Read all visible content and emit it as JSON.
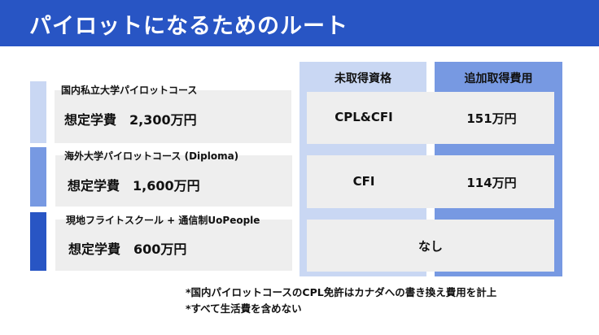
{
  "title": "パイロットになるためのルート",
  "routes": [
    {
      "label": "国内私立大学パイロットコース",
      "fee": "想定学費　2,300万円"
    },
    {
      "label": "海外大学パイロットコース (Diploma)",
      "fee": "想定学費　1,600万円"
    },
    {
      "label": "現地フライトスクール + 通信制UoPeople",
      "fee": "想定学費　600万円"
    }
  ],
  "table": {
    "headers": [
      "未取得資格",
      "追加取得費用"
    ],
    "rows": [
      {
        "qualification": "CPL&CFI",
        "cost": "151万円"
      },
      {
        "qualification": "CFI",
        "cost": "114万円"
      },
      {
        "merged": "なし"
      }
    ]
  },
  "notes": [
    "*国内パイロットコースのCPL免許はカナダへの書き換え費用を計上",
    "*すべて生活費を含めない"
  ],
  "colors": {
    "title_bar": "#2855c4",
    "light": "#c9d7f3",
    "medium": "#7799e2",
    "dark": "#2855c4",
    "box": "#eeeeee"
  }
}
